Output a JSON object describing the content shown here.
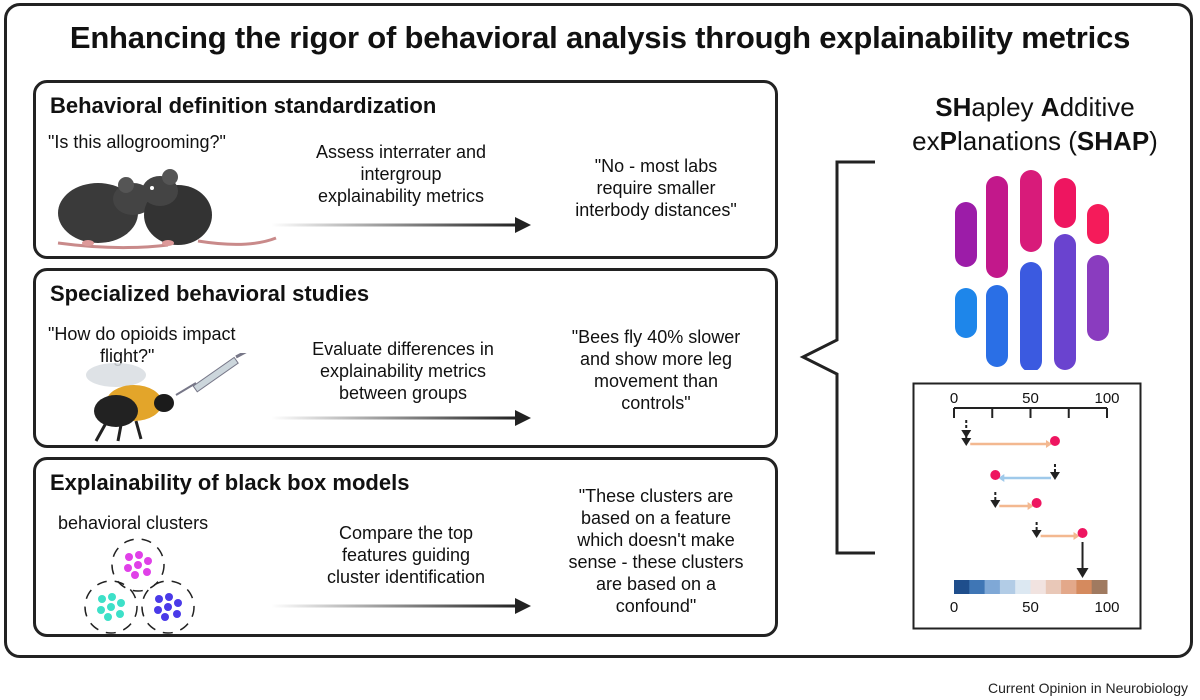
{
  "title": "Enhancing the rigor of behavioral analysis through explainability metrics",
  "panels": [
    {
      "title": "Behavioral definition standardization",
      "question": "\"Is this allogrooming?\"",
      "action": [
        "Assess interrater and",
        "intergroup",
        "explainability metrics"
      ],
      "result": [
        "\"No - most labs",
        "require smaller",
        "interbody distances\""
      ]
    },
    {
      "title": "Specialized behavioral studies",
      "question": [
        "\"How do opioids impact",
        "flight?\""
      ],
      "action": [
        "Evaluate differences in",
        "explainability metrics",
        "between groups"
      ],
      "result": [
        "\"Bees fly 40% slower",
        "and show more leg",
        "movement than",
        "controls\""
      ]
    },
    {
      "title": "Explainability of black box models",
      "question": "behavioral clusters",
      "action": [
        "Compare the top",
        "features guiding",
        "cluster identification"
      ],
      "result": [
        "\"These clusters are",
        "based on a feature",
        "which doesn't make",
        "sense - these clusters",
        "are based on a",
        "confound\""
      ]
    }
  ],
  "shap": {
    "title_line1": [
      {
        "t": "SH",
        "b": true
      },
      {
        "t": "apley ",
        "b": false
      },
      {
        "t": "A",
        "b": true
      },
      {
        "t": "dditive",
        "b": false
      }
    ],
    "title_line2": [
      {
        "t": "ex",
        "b": false
      },
      {
        "t": "P",
        "b": true
      },
      {
        "t": "lanations (",
        "b": false
      },
      {
        "t": "SHAP",
        "b": true
      },
      {
        "t": ")",
        "b": false
      }
    ],
    "top_axis_ticks": [
      "0",
      "50",
      "100"
    ],
    "bottom_axis_ticks": [
      "0",
      "50",
      "100"
    ]
  },
  "credit": "Current Opinion in Neurobiology",
  "colors": {
    "magenta": "#c2188b",
    "pink": "#ee1560",
    "purple": "#7b3fbf",
    "blue": "#1e7fe8",
    "cluster_magenta": "#e040e8",
    "cluster_teal": "#3de0c8",
    "cluster_indigo": "#4a3ae8"
  }
}
